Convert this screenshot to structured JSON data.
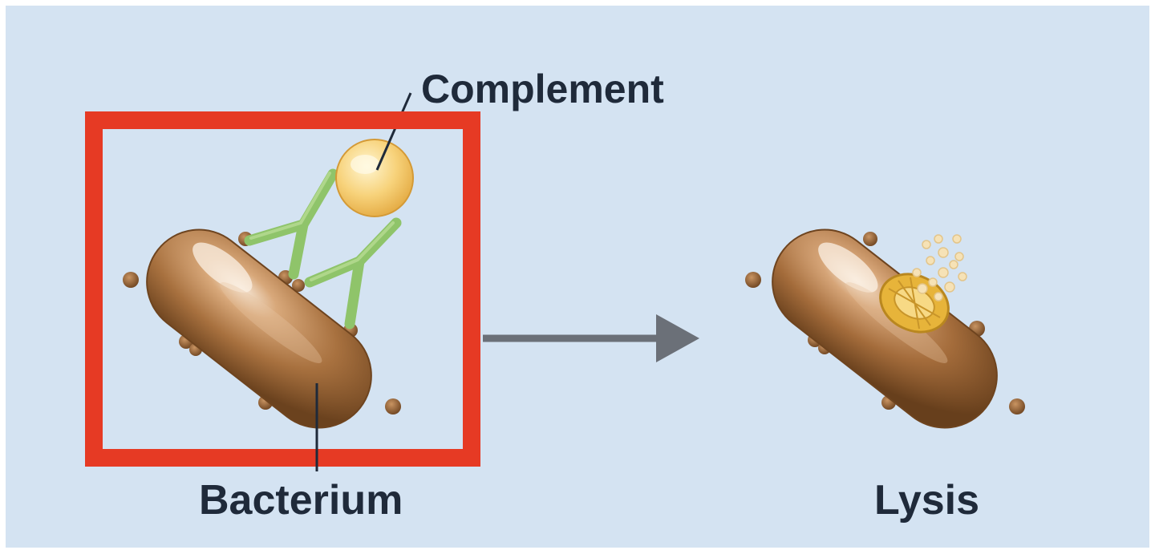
{
  "labels": {
    "complement": "Complement",
    "bacterium": "Bacterium",
    "lysis": "Lysis"
  },
  "colors": {
    "background": "#d4e3f2",
    "highlight_box": "#e63a24",
    "bacterium_body": "#a8713f",
    "antibody": "#8fc46a",
    "complement": "#f4c766",
    "arrow": "#6b7078",
    "label_text": "#1f2a3a"
  },
  "icons": {
    "bacterium": "rod-bacterium-icon",
    "antibody": "y-shaped-antibody-icon",
    "complement": "complement-protein-icon",
    "pore": "membrane-pore-icon",
    "arrow": "right-arrow-icon"
  }
}
